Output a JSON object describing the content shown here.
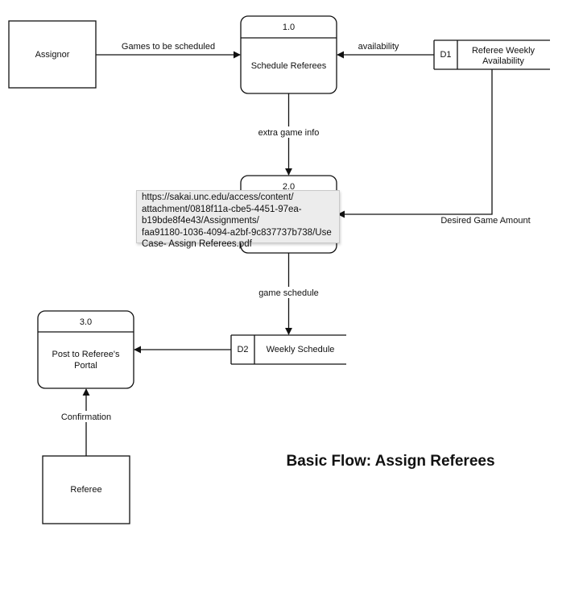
{
  "diagram": {
    "title": "Basic Flow: Assign Referees",
    "entities": {
      "assignor": "Assignor",
      "referee": "Referee"
    },
    "processes": {
      "p1": {
        "number": "1.0",
        "name": "Schedule Referees"
      },
      "p2": {
        "number": "2.0"
      },
      "p3": {
        "number": "3.0",
        "name_line1": "Post to Referee's",
        "name_line2": "Portal"
      }
    },
    "stores": {
      "d1": {
        "id": "D1",
        "name_line1": "Referee Weekly",
        "name_line2": "Availability"
      },
      "d2": {
        "id": "D2",
        "name": "Weekly Schedule"
      }
    },
    "flows": {
      "games_to_be_scheduled": "Games to be scheduled",
      "availability": "availability",
      "extra_game_info": "extra game info",
      "desired_game_amount": "Desired Game Amount",
      "game_schedule": "game schedule",
      "confirmation": "Confirmation"
    }
  },
  "tooltip": {
    "text": "https://sakai.unc.edu/access/content/\nattachment/0818f11a-cbe5-4451-97ea-\nb19bde8f4e43/Assignments/\nfaa91180-1036-4094-a2bf-9c837737b738/Use\nCase- Assign Referees.pdf"
  }
}
